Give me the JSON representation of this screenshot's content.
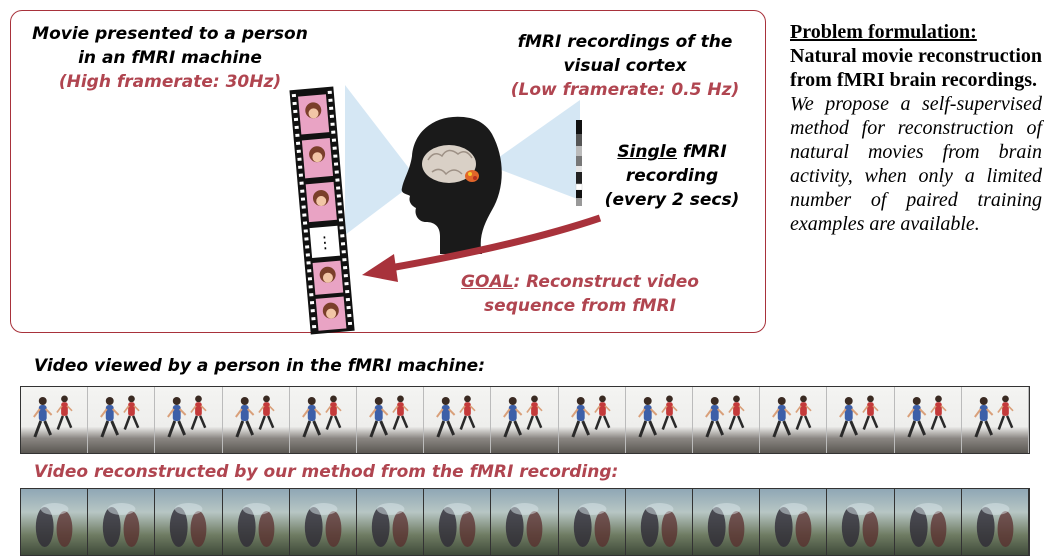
{
  "top_panel": {
    "movie_label": [
      "Movie presented to a person",
      "in an fMRI machine"
    ],
    "movie_rate": "(High framerate: 30Hz)",
    "fmri_label": [
      "fMRI recordings of the",
      "visual cortex"
    ],
    "fmri_rate": "(Low framerate: 0.5 Hz)",
    "single_word": "Single",
    "single_rest": " fMRI",
    "single_lines": [
      "recording",
      "(every 2 secs)"
    ],
    "goal_word": "GOAL",
    "goal_rest": ": Reconstruct video",
    "goal_line2": "sequence from fMRI",
    "film_ellipsis": "⋮"
  },
  "side": {
    "heading": "Problem formulation:",
    "bold_text": "Natural movie reconstruction from fMRI brain recordings.",
    "italic_text": "We propose a self-supervised method for reconstruction of natural movies from brain activity, when only a limited number of paired training examples are available."
  },
  "strips": {
    "viewed_label": "Video viewed by a person in the fMRI machine:",
    "recon_label": "Video reconstructed by our method from the fMRI recording:",
    "frame_count": 15
  },
  "colors": {
    "accent_red": "#a8323b",
    "label_red": "#b04550"
  }
}
